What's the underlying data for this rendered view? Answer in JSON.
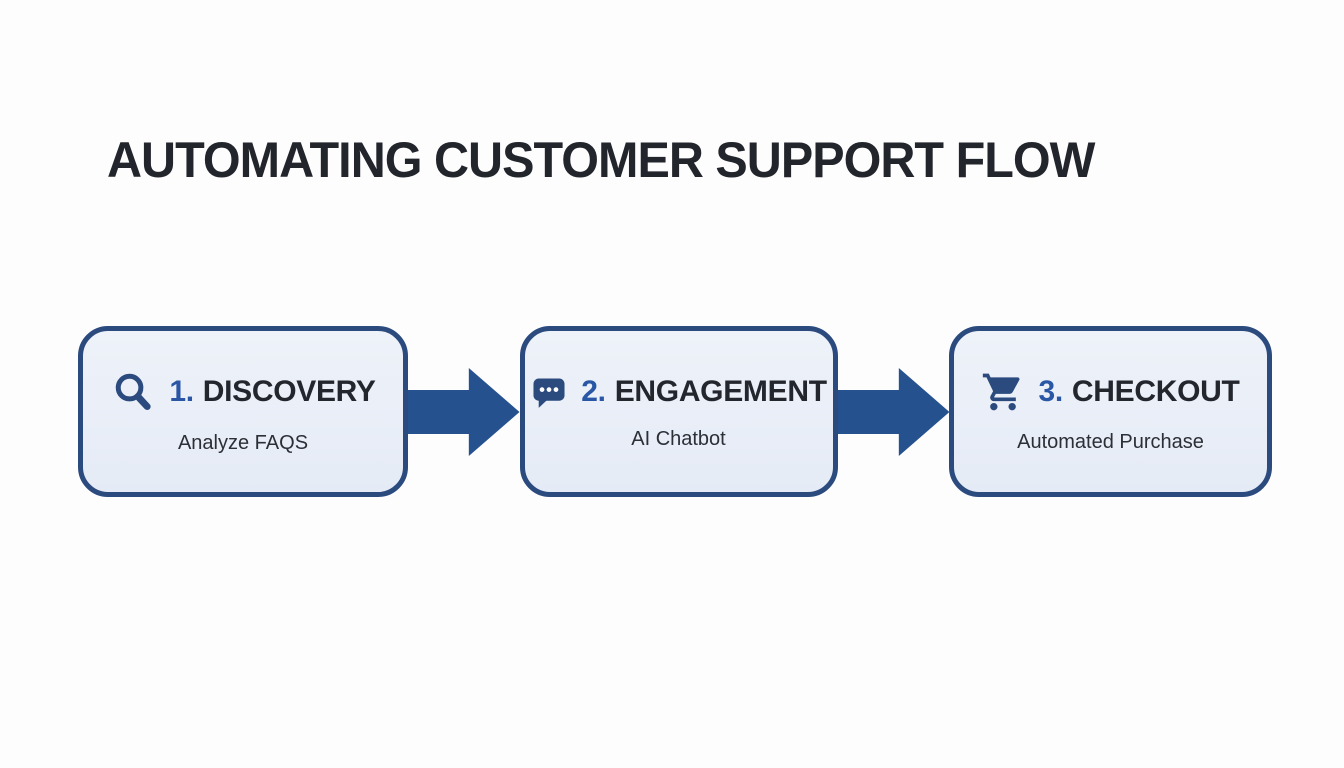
{
  "title": "AUTOMATING CUSTOMER SUPPORT FLOW",
  "colors": {
    "background": "#fdfdfe",
    "box_fill": "#e9eef7",
    "box_border": "#2b4a7e",
    "arrow": "#26518f",
    "step_number": "#2a57a5",
    "heading_text": "#23262d",
    "subtitle_text": "#2b2f36",
    "title_text": "#22252b",
    "icon": "#2b4a7e"
  },
  "steps": [
    {
      "number": "1.",
      "label": "DISCOVERY",
      "subtitle": "Analyze FAQS",
      "icon": "magnifier-icon"
    },
    {
      "number": "2.",
      "label": "ENGAGEMENT",
      "subtitle": "AI Chatbot",
      "icon": "chat-bubble-icon"
    },
    {
      "number": "3.",
      "label": "CHECKOUT",
      "subtitle": "Automated Purchase",
      "icon": "shopping-cart-icon"
    }
  ]
}
